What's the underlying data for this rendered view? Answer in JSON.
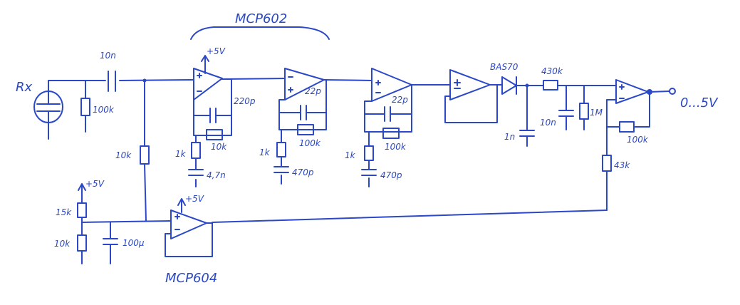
{
  "labels": {
    "rx": "Rx",
    "c_in": "10n",
    "r_in": "100k",
    "mcp602": "MCP602",
    "supply1": "+5V",
    "c220p": "220p",
    "r10k_fb": "10k",
    "r1k_a": "1k",
    "c47n": "4,7n",
    "c22p_a": "22p",
    "r100k_a": "100k",
    "r1k_b": "1k",
    "c470p_a": "470p",
    "c22p_b": "22p",
    "r100k_b": "100k",
    "r1k_c": "1k",
    "c470p_b": "470p",
    "bas70": "BAS70",
    "c1n": "1n",
    "r430k": "430k",
    "c10n": "10n",
    "r1m": "1M",
    "r100k_out": "100k",
    "r43k": "43k",
    "output": "0...5V",
    "r10k_bias": "10k",
    "supply2": "+5V",
    "r15k": "15k",
    "r10k_div": "10k",
    "c100u": "100µ",
    "supply3": "+5V",
    "mcp604": "MCP604"
  }
}
